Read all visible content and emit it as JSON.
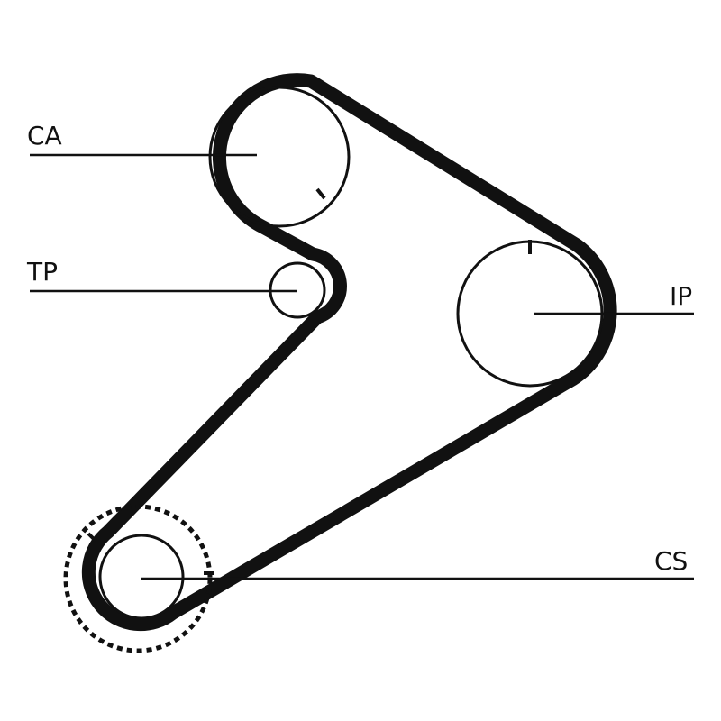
{
  "diagram": {
    "labels": {
      "ca": "CA",
      "tp": "TP",
      "ip": "IP",
      "cs": "CS"
    },
    "colors": {
      "stroke": "#111111",
      "background": "#ffffff"
    }
  }
}
